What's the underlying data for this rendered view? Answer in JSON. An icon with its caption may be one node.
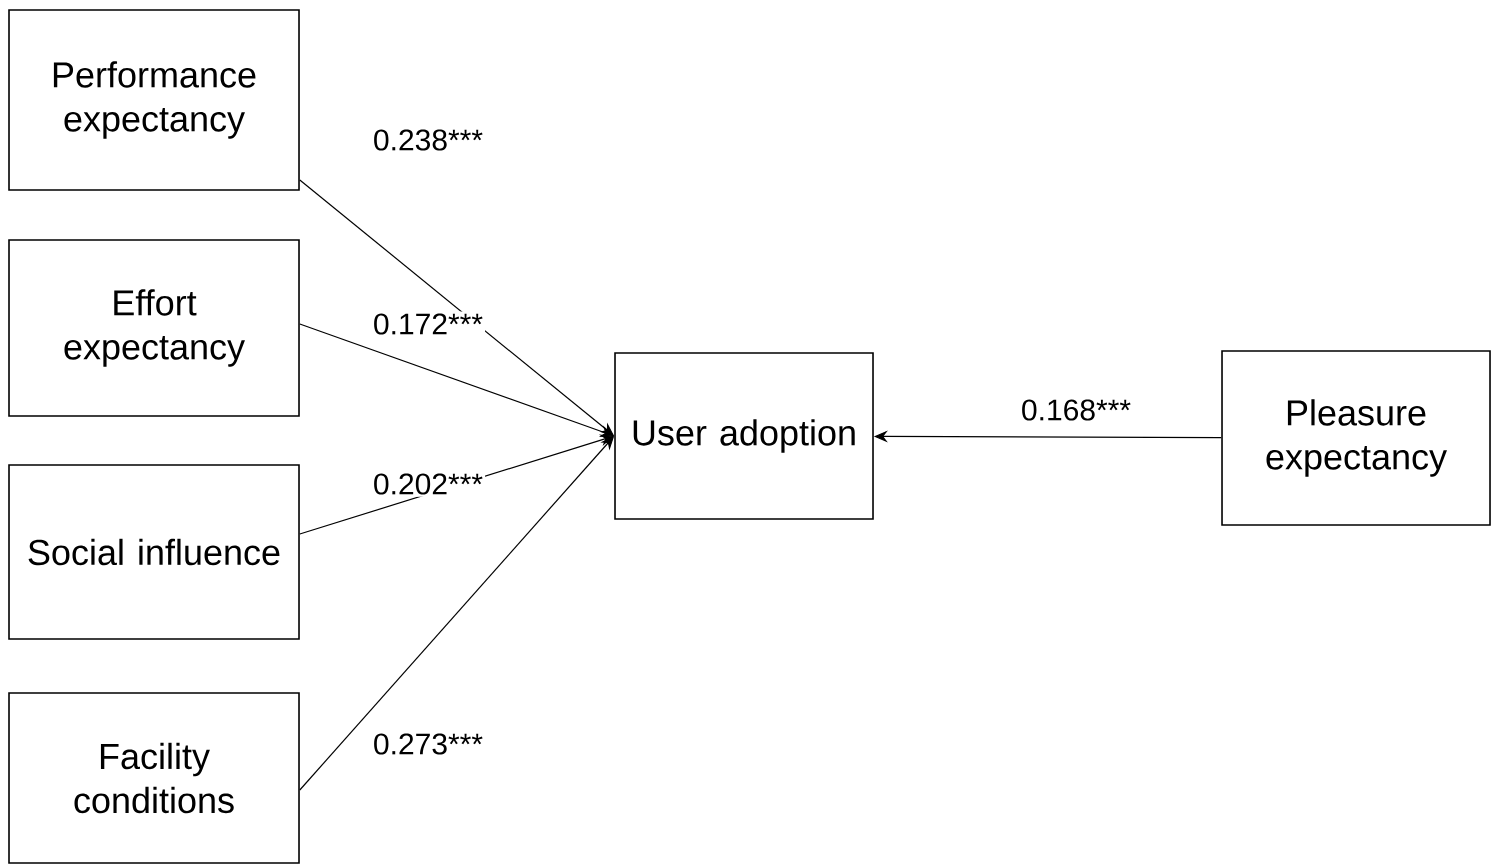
{
  "diagram": {
    "nodes": [
      {
        "text": [
          "Performance expectancy"
        ]
      },
      {
        "text": [
          "Effort expectancy"
        ]
      },
      {
        "text": [
          "Social influence"
        ]
      },
      {
        "text": [
          "Facility conditions"
        ]
      },
      {
        "text": [
          "User adoption"
        ]
      },
      {
        "text": [
          "Pleasure expectancy"
        ]
      }
    ],
    "edges": [
      {
        "from": 0,
        "to": 4,
        "arrow": "to",
        "label": "0.238***"
      },
      {
        "from": 1,
        "to": 4,
        "arrow": "to",
        "label": "0.172***"
      },
      {
        "from": 2,
        "to": 4,
        "arrow": "to",
        "label": "0.202***"
      },
      {
        "from": 3,
        "to": 4,
        "arrow": "to",
        "label": "0.273***"
      },
      {
        "from": 5,
        "to": 4,
        "arrow": "to",
        "label": "0.168***"
      }
    ]
  }
}
